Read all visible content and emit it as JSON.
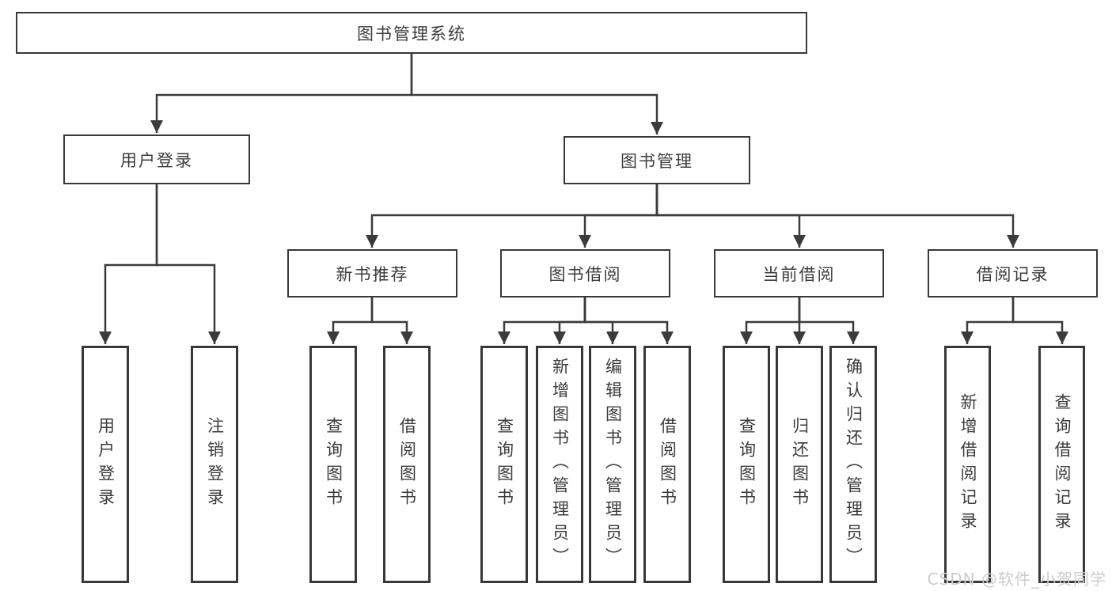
{
  "diagram": {
    "root": {
      "label": "图书管理系统"
    },
    "branches": [
      {
        "label": "用户登录",
        "children": [
          {
            "label": "用户登录"
          },
          {
            "label": "注销登录"
          }
        ]
      },
      {
        "label": "图书管理",
        "children": [
          {
            "label": "新书推荐",
            "children": [
              {
                "label": "查询图书"
              },
              {
                "label": "借阅图书"
              }
            ]
          },
          {
            "label": "图书借阅",
            "children": [
              {
                "label": "查询图书"
              },
              {
                "label": "新增图书（管理员）"
              },
              {
                "label": "编辑图书（管理员）"
              },
              {
                "label": "借阅图书"
              }
            ]
          },
          {
            "label": "当前借阅",
            "children": [
              {
                "label": "查询图书"
              },
              {
                "label": "归还图书"
              },
              {
                "label": "确认归还（管理员）"
              }
            ]
          },
          {
            "label": "借阅记录",
            "children": [
              {
                "label": "新增借阅记录"
              },
              {
                "label": "查询借阅记录"
              }
            ]
          }
        ]
      }
    ]
  },
  "watermark": {
    "text": "CSDN @软件_小贺同学"
  },
  "colors": {
    "line": "#3b3b3b",
    "border": "#383838",
    "text": "#3c3c3c",
    "watermark": "#caccd0",
    "background": "#ffffff"
  }
}
